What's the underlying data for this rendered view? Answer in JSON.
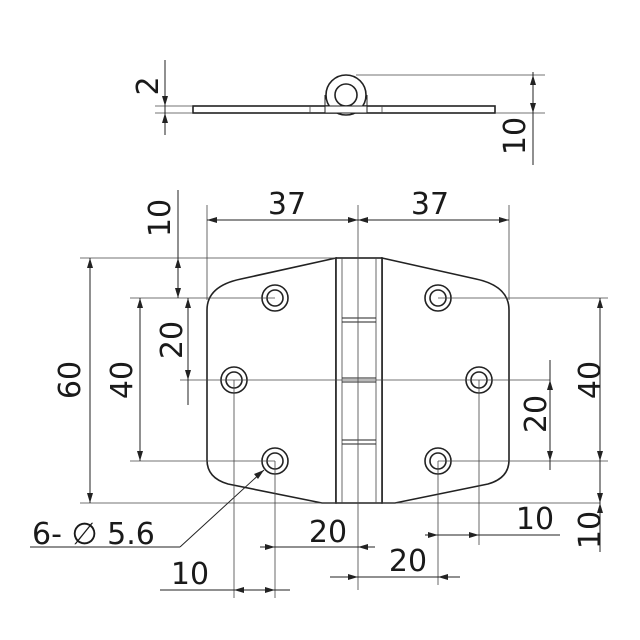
{
  "diagram": {
    "side_view": {
      "thickness_label": "2",
      "height_label": "10"
    },
    "top_view": {
      "leaf_width_left": "37",
      "leaf_width_right": "37",
      "top_offset": "10",
      "overall_height": "60",
      "hole_spacing_left_outer": "40",
      "hole_spacing_left_inner": "20",
      "hole_spacing_right_outer": "40",
      "hole_spacing_right_inner": "20",
      "bottom_offset": "10",
      "hole_label": "6- ∅ 5.6",
      "h_dim_20_upper": "20",
      "h_dim_10_right": "10",
      "h_dim_20_lower": "20",
      "h_dim_10_lower_left": "10"
    }
  }
}
